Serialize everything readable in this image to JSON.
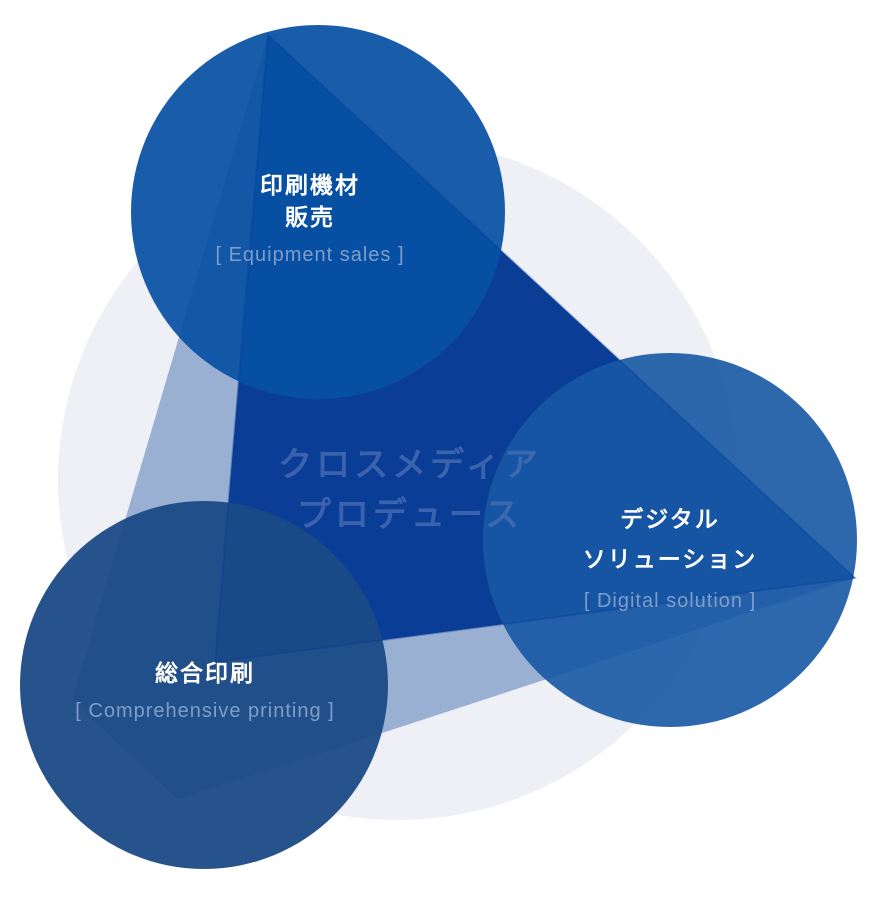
{
  "center": {
    "line1": "クロスメディア",
    "line2": "プロデュース"
  },
  "nodes": {
    "equipment": {
      "title_line1": "印刷機材",
      "title_line2": "販売",
      "subtitle": "[ Equipment sales ]"
    },
    "digital": {
      "title_line1": "デジタル",
      "title_line2": "ソリューション",
      "subtitle": "[ Digital solution ]"
    },
    "printing": {
      "title_line1": "総合印刷",
      "subtitle": "[ Comprehensive printing ]"
    }
  },
  "colors": {
    "background_circle": "#eef0f6",
    "triangle_band": "#9ab0d3",
    "triangle_inner": "#0a3d96",
    "circle_equipment": "#0751a4",
    "circle_digital": "#1658a4",
    "circle_printing": "#1a4a85",
    "title_text": "#ffffff",
    "subtitle_text": "#7e9ec8",
    "center_text": "#4a6fb5"
  }
}
